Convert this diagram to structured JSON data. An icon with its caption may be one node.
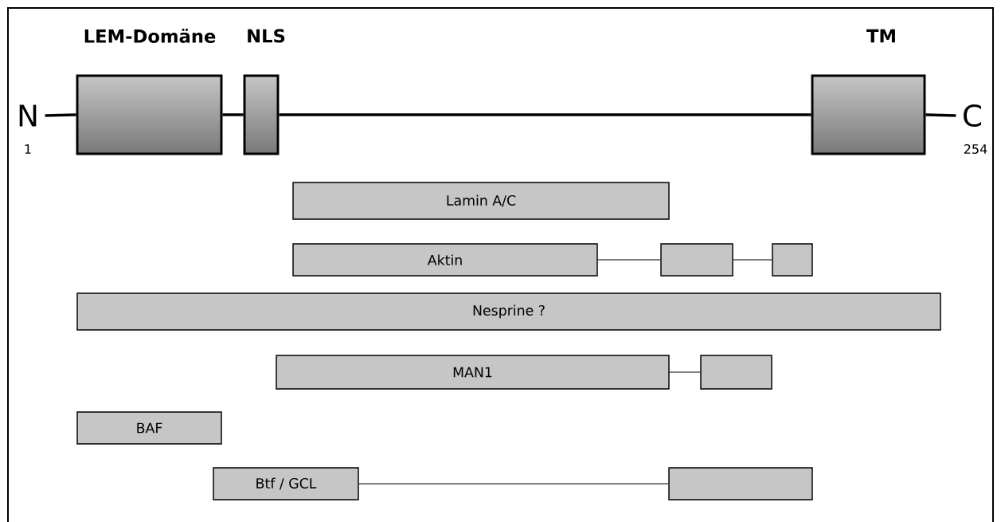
{
  "diagram": {
    "nodes": [
      {
        "text": [
          "LEM-Domäne"
        ]
      },
      {
        "text": [
          "NLS"
        ]
      },
      {
        "text": [
          "TM"
        ]
      },
      {
        "text": [
          "N"
        ],
        "beside": [
          "1"
        ]
      },
      {
        "text": [
          "C"
        ],
        "beside": [
          "254"
        ]
      },
      {
        "text": [
          "Lamin A/C"
        ]
      },
      {
        "text": [
          "Aktin"
        ]
      },
      {
        "text": [],
        "shape": "box"
      },
      {
        "text": [],
        "shape": "box"
      },
      {
        "text": [
          "Nesprine ?"
        ]
      },
      {
        "text": [
          "MAN1"
        ]
      },
      {
        "text": [],
        "shape": "box"
      },
      {
        "text": [
          "BAF"
        ]
      },
      {
        "text": [
          "Btf / GCL"
        ]
      },
      {
        "text": [],
        "shape": "box"
      }
    ],
    "edges": [
      {
        "from": 3,
        "to": 0,
        "arrow": "none",
        "style": "thick"
      },
      {
        "from": 0,
        "to": 1,
        "arrow": "none",
        "style": "thick"
      },
      {
        "from": 1,
        "to": 2,
        "arrow": "none",
        "style": "thick"
      },
      {
        "from": 2,
        "to": 4,
        "arrow": "none",
        "style": "thick"
      },
      {
        "from": 6,
        "to": 7,
        "arrow": "none"
      },
      {
        "from": 7,
        "to": 8,
        "arrow": "none"
      },
      {
        "from": 10,
        "to": 11,
        "arrow": "none"
      },
      {
        "from": 13,
        "to": 14,
        "arrow": "none"
      }
    ]
  }
}
